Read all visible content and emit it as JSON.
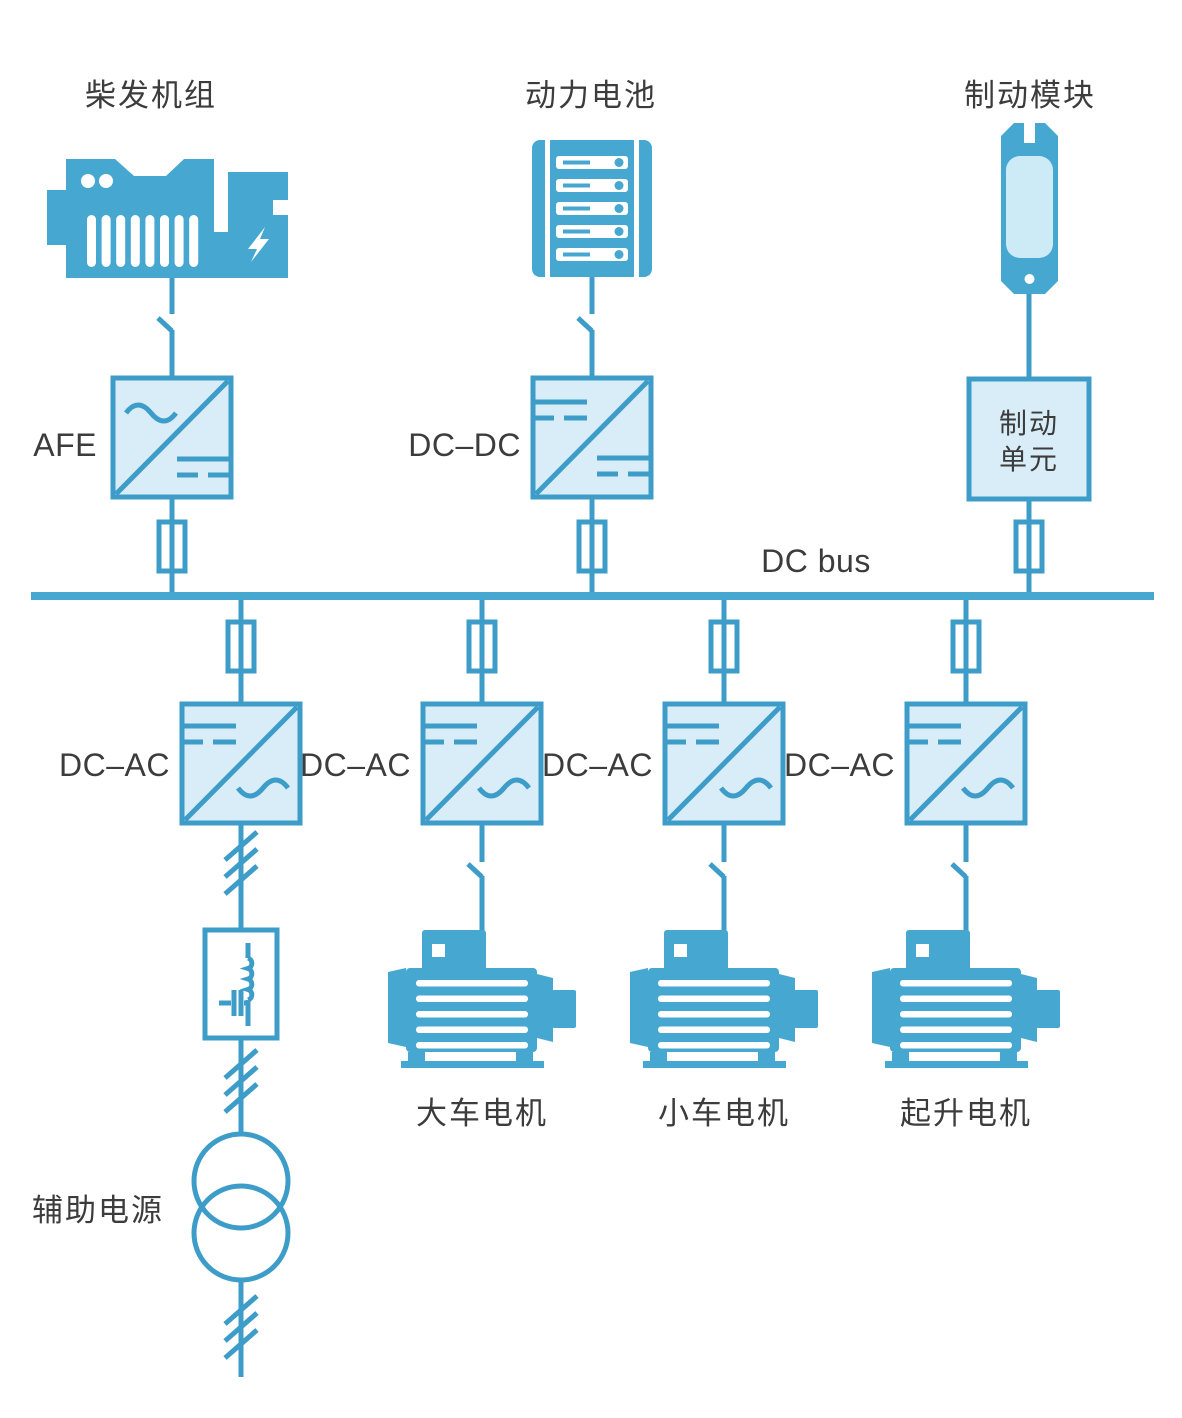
{
  "colors": {
    "accent": "#46a7d0",
    "line": "#3e9dc8",
    "box_fill": "#d9edf8",
    "icon_inner": "#cdeaf7",
    "text_dark": "#3c3c3c",
    "background": "#ffffff"
  },
  "diagram": {
    "sources": {
      "genset_label": "柴发机组",
      "battery_label": "动力电池",
      "brake_module_label": "制动模块"
    },
    "converters": {
      "afe_label": "AFE",
      "dcdc_label": "DC–DC",
      "dcac_label": "DC–AC",
      "brake_unit_line1": "制动",
      "brake_unit_line2": "单元"
    },
    "bus": {
      "label": "DC bus"
    },
    "loads": {
      "aux_power_label": "辅助电源",
      "gantry_motor_label": "大车电机",
      "trolley_motor_label": "小车电机",
      "hoist_motor_label": "起升电机"
    }
  }
}
